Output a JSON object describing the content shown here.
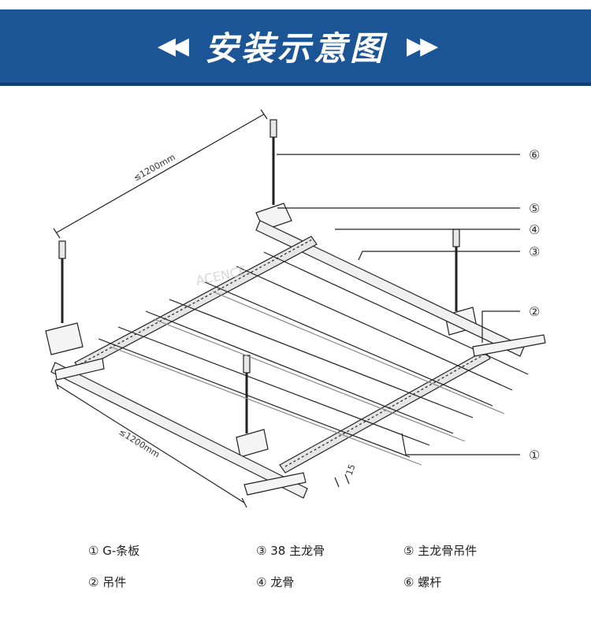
{
  "header": {
    "title": "安装示意图",
    "left_arrows": "◀◀",
    "right_arrows": "▶▶",
    "background": "#1c5596"
  },
  "diagram": {
    "dimension_top": "≤1200mm",
    "dimension_bottom": "≤1200mm",
    "dimension_small": "15",
    "callouts": [
      "⑥",
      "⑤",
      "④",
      "③",
      "②",
      "①"
    ]
  },
  "legend": [
    {
      "label": "① G-条板"
    },
    {
      "label": "③ 38 主龙骨"
    },
    {
      "label": "⑤ 主龙骨吊件"
    },
    {
      "label": "② 吊件"
    },
    {
      "label": "④ 龙骨"
    },
    {
      "label": "⑥ 螺杆"
    }
  ]
}
